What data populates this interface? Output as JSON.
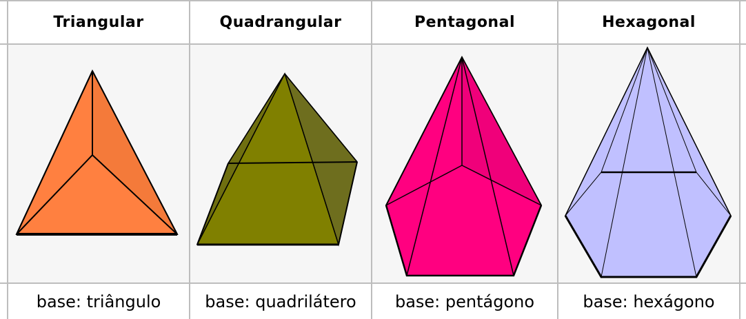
{
  "columns": [
    {
      "header": "Triangular",
      "base": "base: triângulo",
      "color": "#ff8040"
    },
    {
      "header": "Quadrangular",
      "base": "base: quadrilátero",
      "color": "#808000"
    },
    {
      "header": "Pentagonal",
      "base": "base: pentágono",
      "color": "#ff0080"
    },
    {
      "header": "Hexagonal",
      "base": "base: hexágono",
      "color": "#c0c0ff"
    }
  ]
}
